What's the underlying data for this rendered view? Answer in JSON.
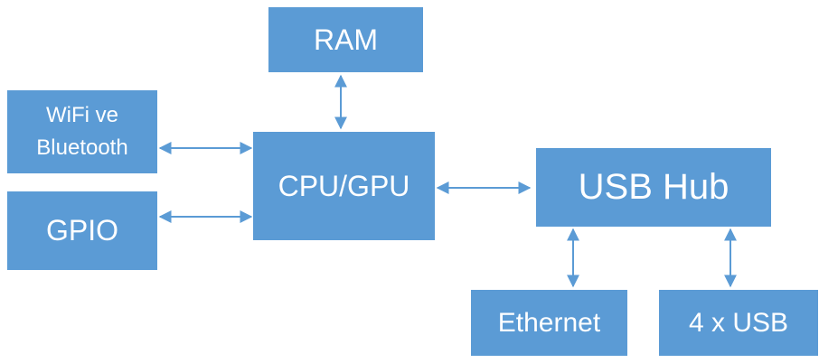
{
  "nodes": {
    "ram": "RAM",
    "wifi": {
      "line1": "WiFi ve",
      "line2": "Bluetooth"
    },
    "gpio": "GPIO",
    "cpu": "CPU/GPU",
    "usb_hub": "USB Hub",
    "ethernet": "Ethernet",
    "usb": "4 x USB"
  },
  "colors": {
    "box_fill": "#5b9bd5",
    "box_text": "#ffffff",
    "connector": "#5b9bd5"
  }
}
